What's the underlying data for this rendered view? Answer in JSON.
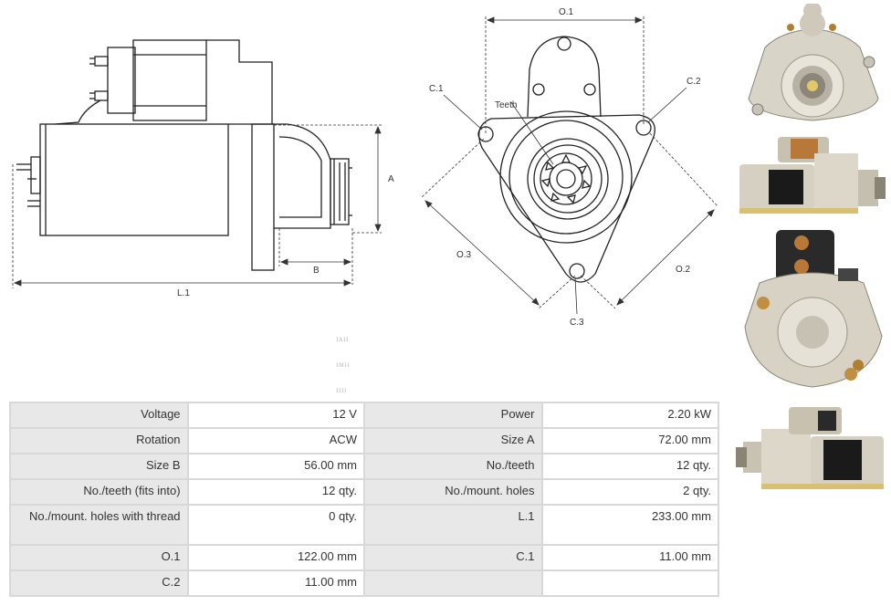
{
  "side_view": {
    "dim_a": "A",
    "dim_b": "B",
    "dim_l1": "L.1"
  },
  "front_view": {
    "dim_o1": "O.1",
    "dim_o2": "O.2",
    "dim_o3": "O.3",
    "dim_c1": "C.1",
    "dim_c2": "C.2",
    "dim_c3": "C.3",
    "teeth_label": "Teeth"
  },
  "faint_marks": [
    "ɪᴀɪɪ",
    "ɪᴍɪɪ",
    "ɪɪɪɪ"
  ],
  "specs": [
    [
      {
        "label": "Voltage",
        "value": "12 V"
      },
      {
        "label": "Power",
        "value": "2.20 kW"
      }
    ],
    [
      {
        "label": "Rotation",
        "value": "ACW"
      },
      {
        "label": "Size A",
        "value": "72.00 mm"
      }
    ],
    [
      {
        "label": "Size B",
        "value": "56.00 mm"
      },
      {
        "label": "No./teeth",
        "value": "12 qty."
      }
    ],
    [
      {
        "label": "No./teeth (fits into)",
        "value": "12 qty."
      },
      {
        "label": "No./mount. holes",
        "value": "2 qty."
      }
    ],
    [
      {
        "label": "No./mount. holes with thread",
        "value": "0 qty."
      },
      {
        "label": "L.1",
        "value": "233.00 mm"
      }
    ],
    [
      {
        "label": "O.1",
        "value": "122.00 mm"
      },
      {
        "label": "C.1",
        "value": "11.00 mm"
      }
    ],
    [
      {
        "label": "C.2",
        "value": "11.00 mm"
      },
      {
        "label": "",
        "value": ""
      }
    ]
  ]
}
